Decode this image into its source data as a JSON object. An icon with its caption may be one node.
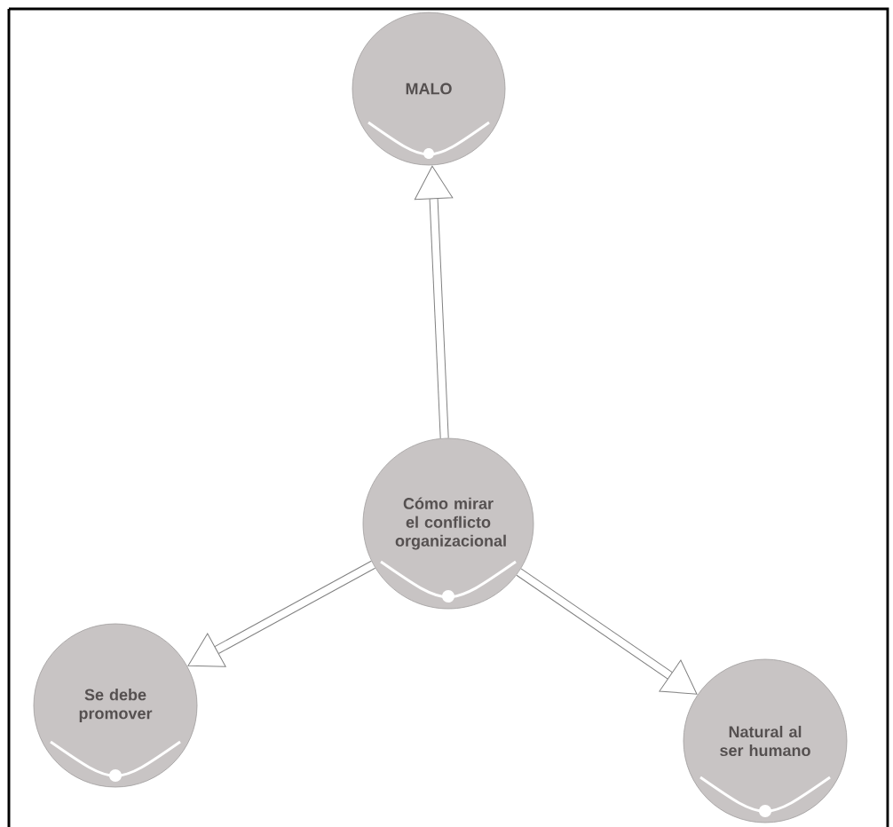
{
  "diagram": {
    "nodes": [
      {
        "text": [
          "MALO"
        ]
      },
      {
        "text": [
          "Cómo mirar el conflicto organizacional"
        ]
      },
      {
        "text": [
          "Se debe promover"
        ]
      },
      {
        "text": [
          "Natural al ser humano"
        ]
      }
    ],
    "edges": [
      {
        "from": 1,
        "to": 0,
        "arrow": "to"
      },
      {
        "from": 1,
        "to": 2,
        "arrow": "to"
      },
      {
        "from": 1,
        "to": 3,
        "arrow": "to"
      }
    ]
  }
}
